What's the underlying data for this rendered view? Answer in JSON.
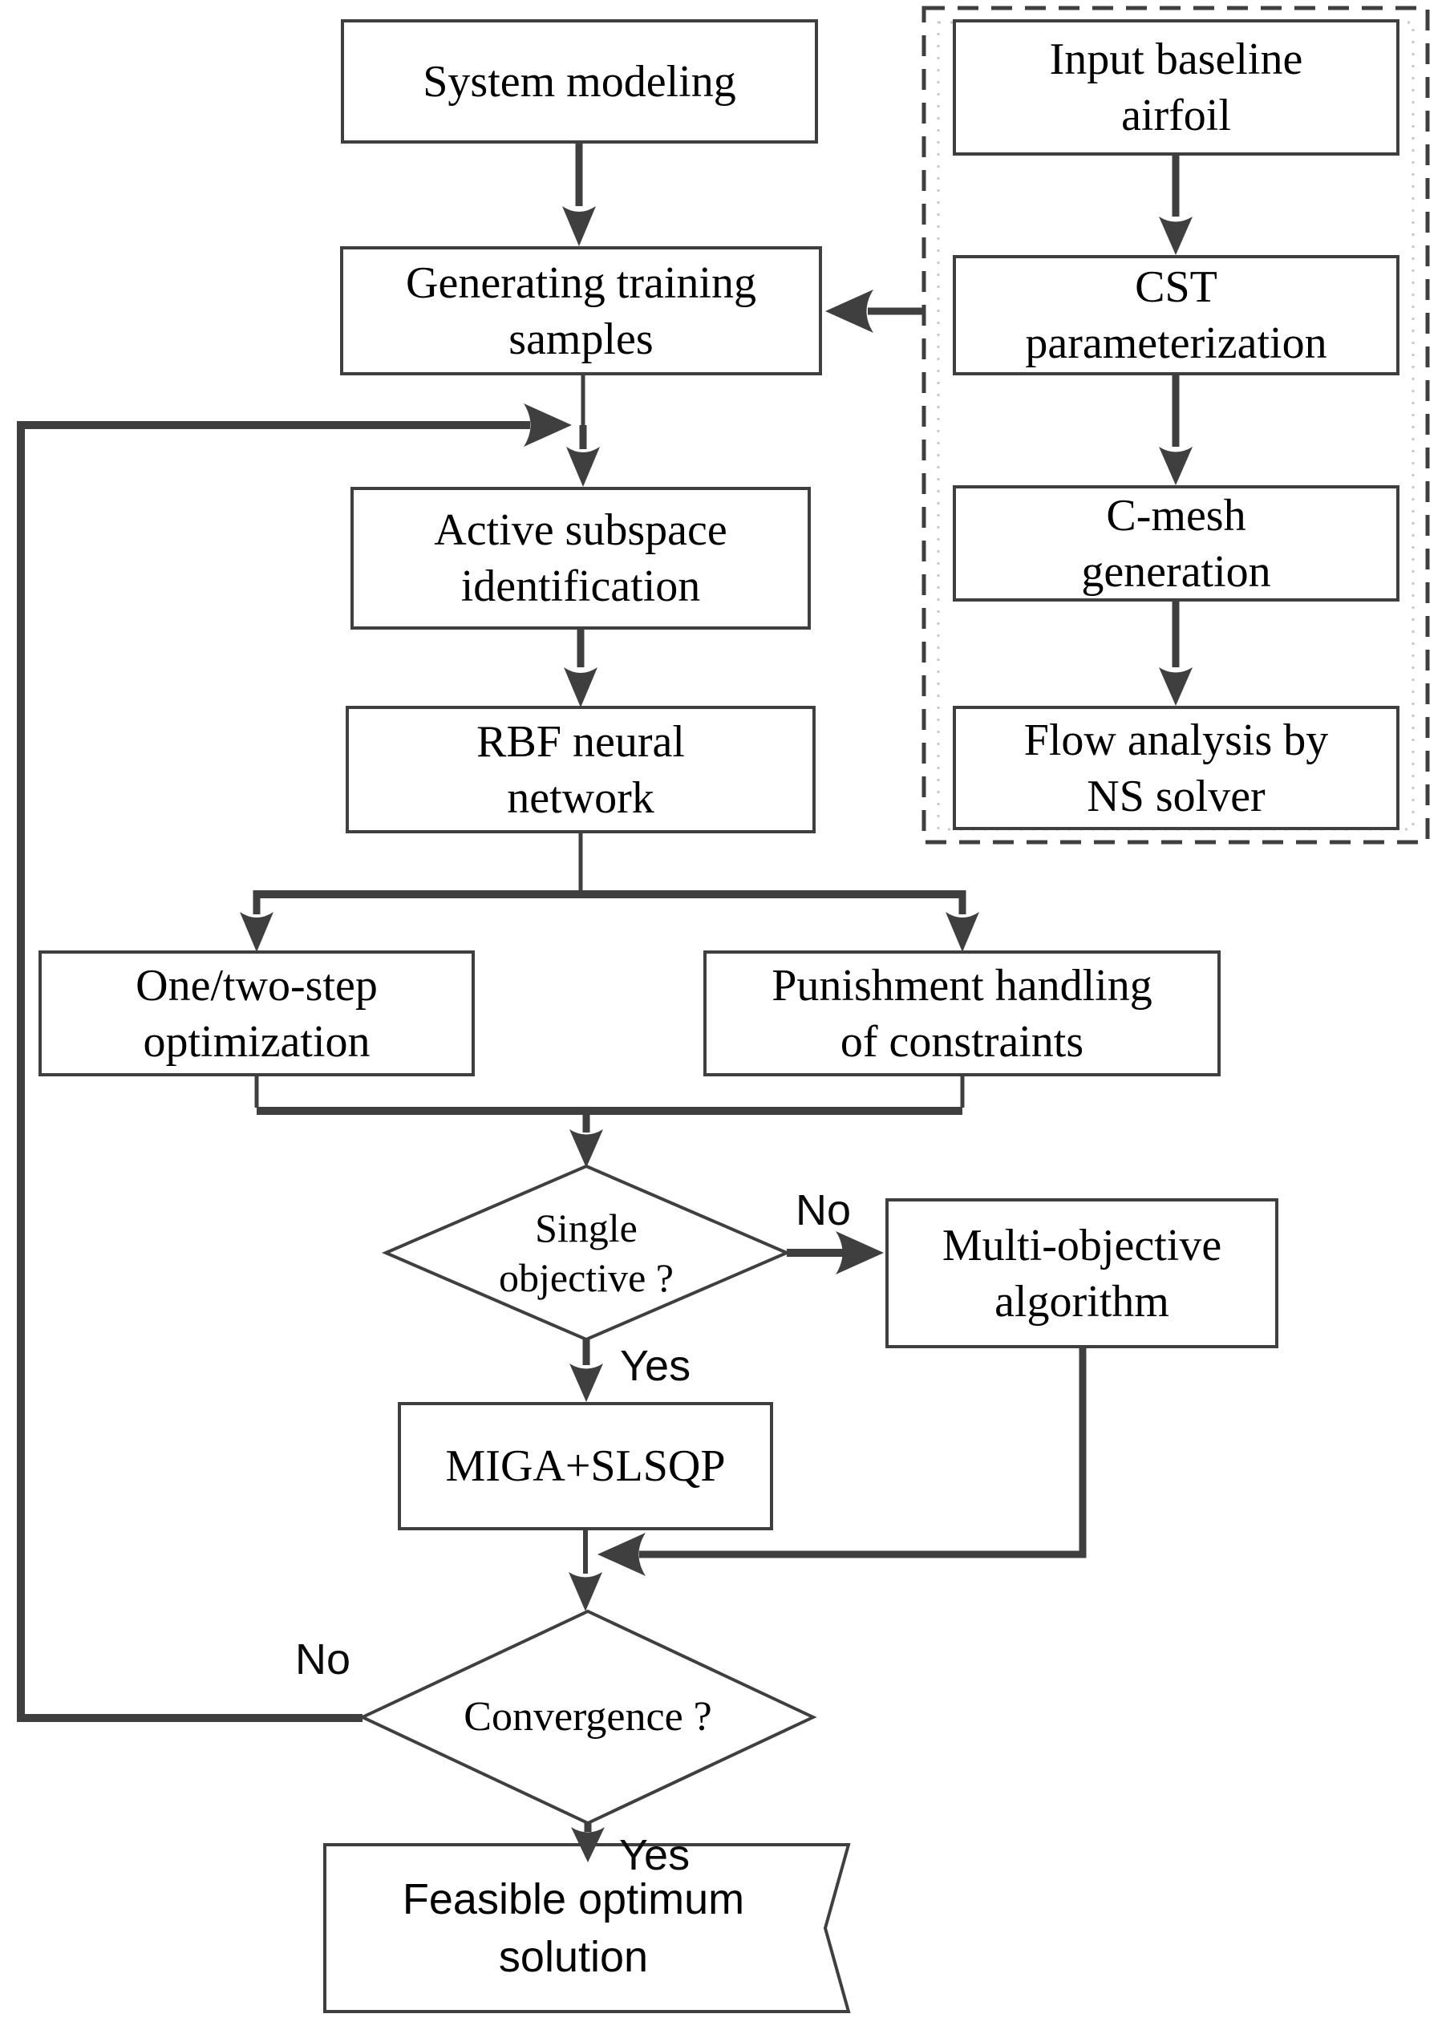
{
  "figure": {
    "background": "#ffffff",
    "line_color": "#3f3f3f",
    "inner_dash_color": "#c8c8c8",
    "text_color": "#000000",
    "type": "flowchart"
  },
  "nodes": {
    "system_modeling": {
      "lines": [
        "System modeling",
        ""
      ]
    },
    "generating_samples": {
      "lines": [
        "Generating training",
        "samples"
      ]
    },
    "active_subspace": {
      "lines": [
        "Active subspace",
        "identification"
      ]
    },
    "rbf_network": {
      "lines": [
        "RBF neural",
        "network"
      ]
    },
    "one_two_step": {
      "lines": [
        "One/two-step",
        "optimization"
      ]
    },
    "punishment": {
      "lines": [
        "Punishment handling",
        "of constraints"
      ]
    },
    "multi_objective": {
      "lines": [
        "Multi-objective",
        "algorithm"
      ]
    },
    "miga_slsqp": {
      "lines": [
        "MIGA+SLSQP",
        ""
      ]
    },
    "input_baseline": {
      "lines": [
        "Input baseline",
        "airfoil"
      ]
    },
    "cst_param": {
      "lines": [
        "CST",
        "parameterization"
      ]
    },
    "c_mesh": {
      "lines": [
        "C-mesh",
        "generation"
      ]
    },
    "flow_analysis": {
      "lines": [
        "Flow analysis by",
        "NS solver"
      ]
    },
    "single_objective": {
      "lines": [
        "Single",
        "objective ?"
      ]
    },
    "convergence": {
      "lines": [
        "Convergence ?",
        ""
      ]
    },
    "feasible_optimum": {
      "lines": [
        "Feasible optimum",
        "solution"
      ]
    }
  },
  "labels": {
    "single_no": "No",
    "single_yes": "Yes",
    "convergence_no": "No",
    "convergence_yes": "Yes"
  }
}
